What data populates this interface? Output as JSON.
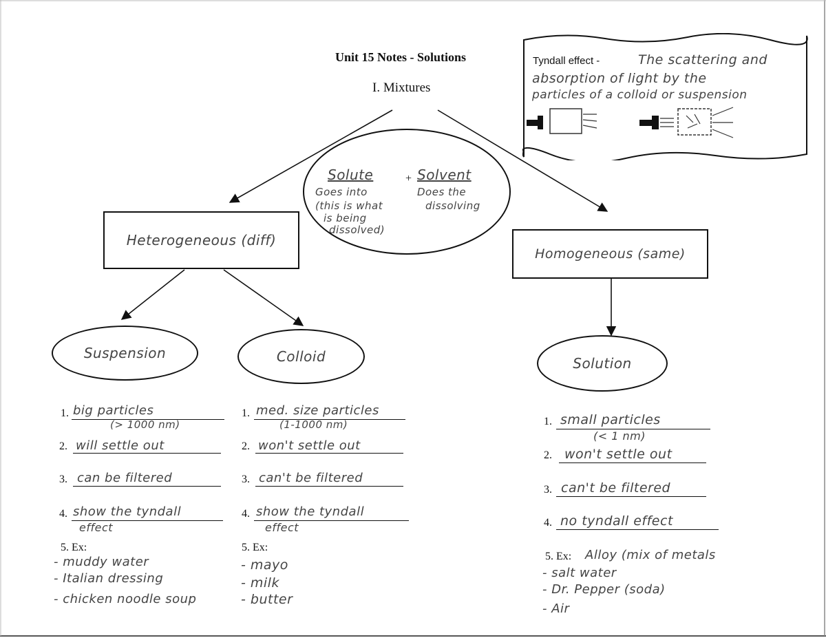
{
  "title": "Unit 15 Notes - Solutions",
  "section": "I.  Mixtures",
  "tyndall": {
    "label": "Tyndall effect -",
    "line1": "The scattering and",
    "line2": "absorption of light by the",
    "line3": "particles of a colloid or suspension"
  },
  "center_oval": {
    "solute": "Solute",
    "plus": "+",
    "solvent": "Solvent",
    "solute_note": [
      "Goes into",
      "(this is what",
      "is being",
      "dissolved)"
    ],
    "solvent_note": [
      "Does the",
      "dissolving"
    ]
  },
  "heterogeneous": "Heterogeneous (diff)",
  "homogeneous": "Homogeneous (same)",
  "columns": [
    {
      "name": "Suspension",
      "items": [
        {
          "num": "1.",
          "text": "big particles",
          "sub": "(> 1000 nm)"
        },
        {
          "num": "2.",
          "text": "will settle out",
          "sub": ""
        },
        {
          "num": "3.",
          "text": "can be filtered",
          "sub": ""
        },
        {
          "num": "4.",
          "text": "show the tyndall",
          "sub": "effect"
        }
      ],
      "ex_label": "5.  Ex:",
      "ex_inline": "",
      "examples": [
        "- muddy water",
        "- Italian dressing",
        "- chicken noodle soup"
      ]
    },
    {
      "name": "Colloid",
      "items": [
        {
          "num": "1.",
          "text": "med. size particles",
          "sub": "(1-1000 nm)"
        },
        {
          "num": "2.",
          "text": "won't settle out",
          "sub": ""
        },
        {
          "num": "3.",
          "text": "can't be filtered",
          "sub": ""
        },
        {
          "num": "4.",
          "text": "show the tyndall",
          "sub": "effect"
        }
      ],
      "ex_label": "5.  Ex:",
      "ex_inline": "",
      "examples": [
        "- mayo",
        "- milk",
        "- butter"
      ]
    },
    {
      "name": "Solution",
      "items": [
        {
          "num": "1.",
          "text": "small particles",
          "sub": "(< 1 nm)"
        },
        {
          "num": "2.",
          "text": "won't settle out",
          "sub": ""
        },
        {
          "num": "3.",
          "text": "can't be filtered",
          "sub": ""
        },
        {
          "num": "4.",
          "text": "no tyndall effect",
          "sub": ""
        }
      ],
      "ex_label": "5.  Ex:",
      "ex_inline": "Alloy (mix of metals",
      "examples": [
        "- salt water",
        "- Dr. Pepper (soda)",
        "- Air"
      ]
    }
  ]
}
